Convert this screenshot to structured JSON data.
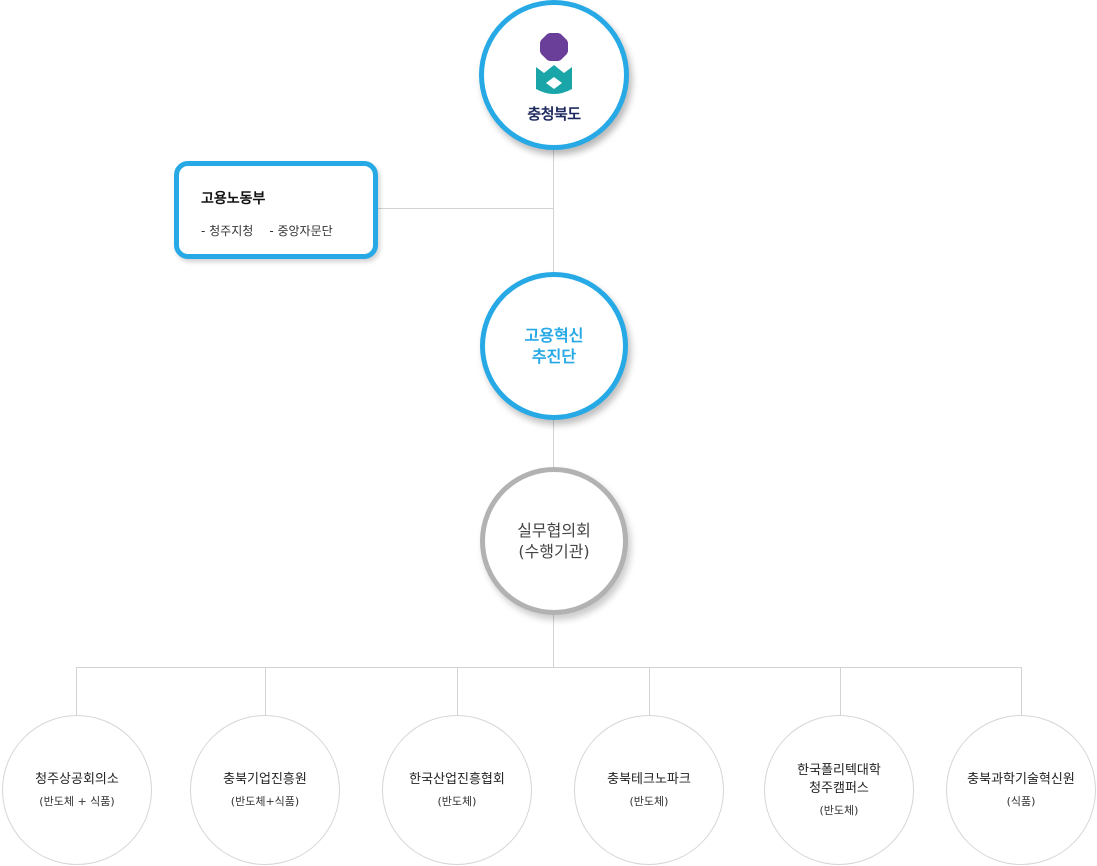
{
  "top": {
    "label": "충청북도"
  },
  "ministry": {
    "title": "고용노동부",
    "items": [
      "- 청주지청",
      "- 중앙자문단"
    ]
  },
  "innovation": {
    "line1": "고용혁신",
    "line2": "추진단"
  },
  "council": {
    "line1": "실무협의회",
    "line2": "(수행기관)"
  },
  "agencies": [
    {
      "name1": "청주상공회의소",
      "name2": "",
      "note": "(반도체 + 식품)"
    },
    {
      "name1": "충북기업진흥원",
      "name2": "",
      "note": "(반도체+식품)"
    },
    {
      "name1": "한국산업진흥협회",
      "name2": "",
      "note": "(반도체)"
    },
    {
      "name1": "충북테크노파크",
      "name2": "",
      "note": "(반도체)"
    },
    {
      "name1": "한국폴리텍대학",
      "name2": "청주캠퍼스",
      "note": "(반도체)"
    },
    {
      "name1": "충북과학기술혁신원",
      "name2": "",
      "note": "(식품)"
    }
  ],
  "colors": {
    "accent": "#27a9e6",
    "gray": "#b2b2b2",
    "logo_purple": "#6a3f9a",
    "logo_teal": "#1aa6a8",
    "logo_text": "#1e2a5e"
  }
}
